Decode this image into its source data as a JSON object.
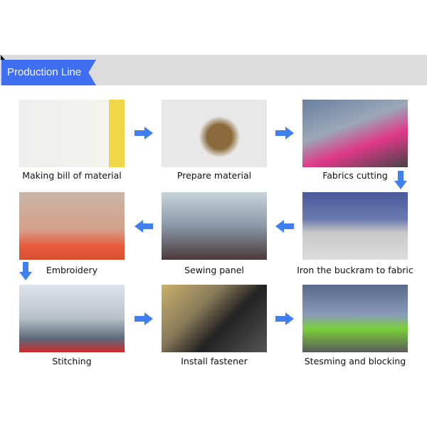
{
  "header": {
    "title": "Production Line",
    "accent": "#3f6ef0"
  },
  "steps": [
    {
      "label": "Making bill of material"
    },
    {
      "label": "Prepare material"
    },
    {
      "label": "Fabrics cutting"
    },
    {
      "label": "Iron the buckram to fabric"
    },
    {
      "label": "Sewing panel"
    },
    {
      "label": "Embroidery"
    },
    {
      "label": "Stitching"
    },
    {
      "label": "Install fastener"
    },
    {
      "label": "Stesming and blocking"
    }
  ]
}
